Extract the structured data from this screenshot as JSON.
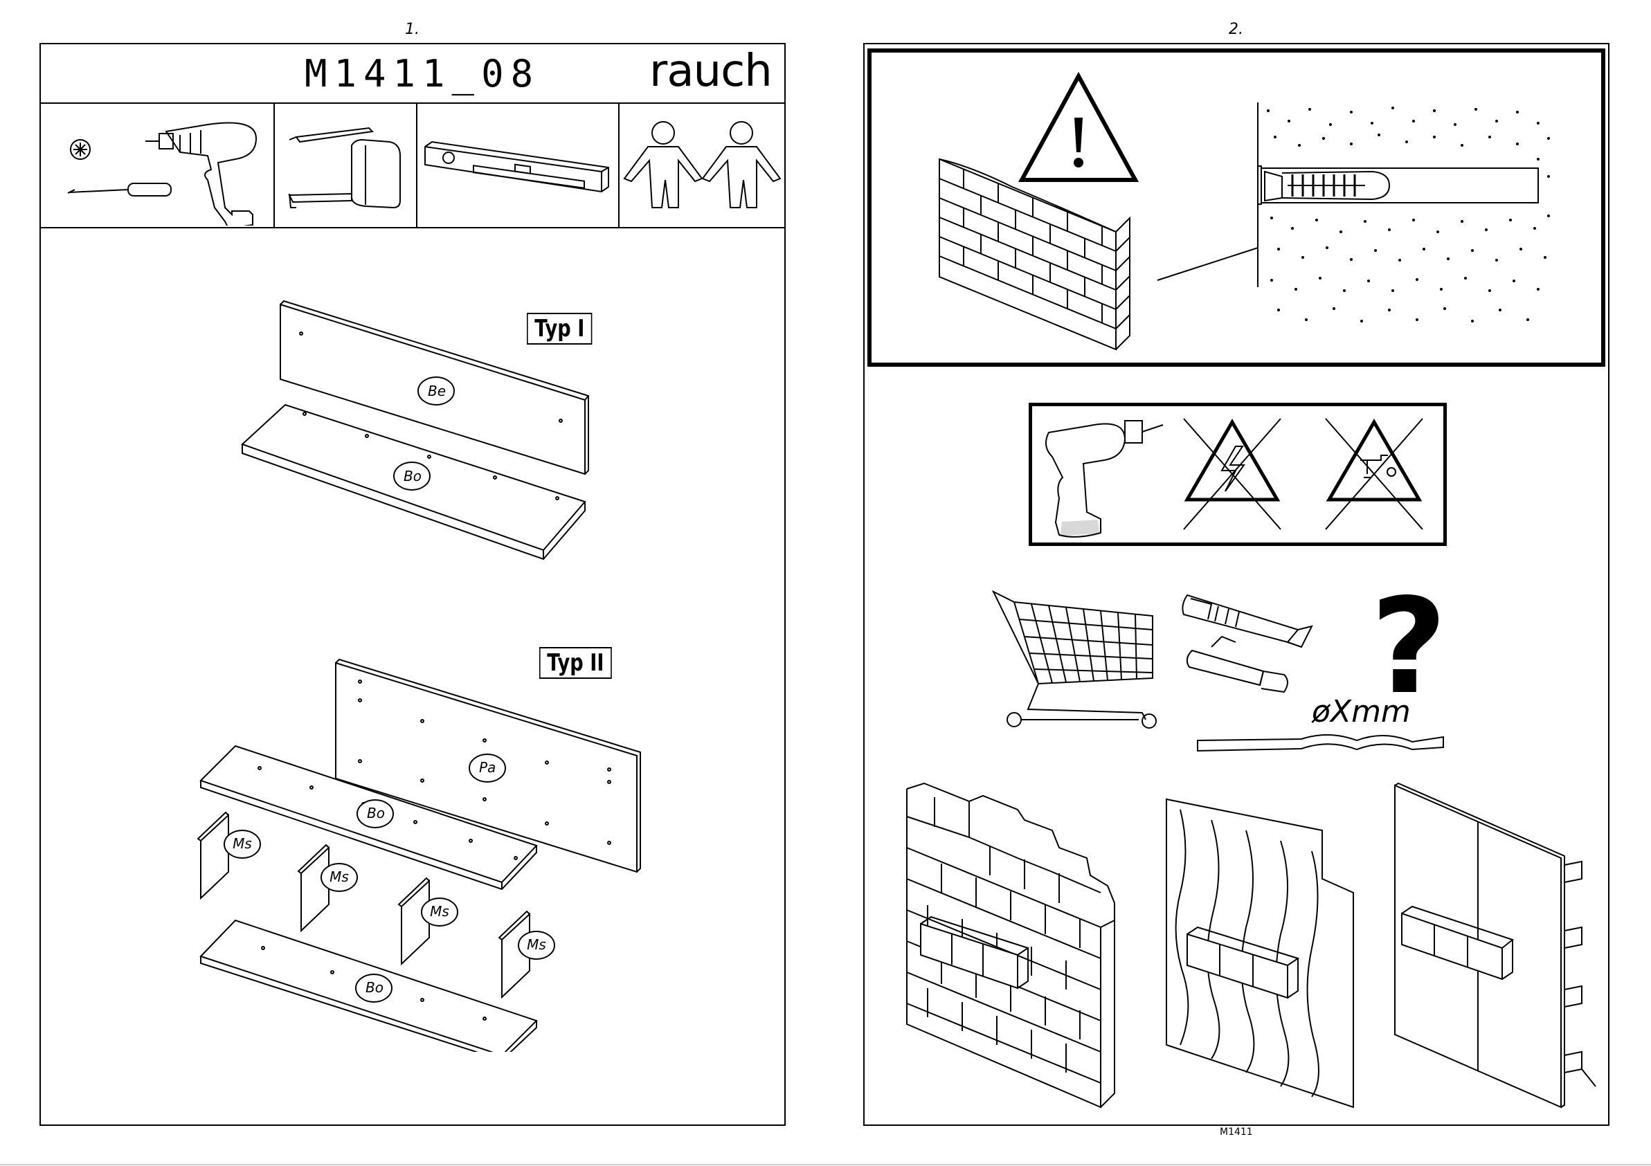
{
  "page_left": {
    "page_number": "1.",
    "model_code": "M1411_08",
    "brand": "rauch",
    "type_labels": [
      "Typ I",
      "Typ II"
    ],
    "part_labels": {
      "be": "Be",
      "bo": "Bo",
      "pa": "Pa",
      "ms": "Ms"
    }
  },
  "page_right": {
    "page_number": "2.",
    "dowel_label": "øXmm",
    "question_mark": "?",
    "footer_code": "M1411"
  },
  "tools": [
    "screwdriver-icon",
    "drill-icon",
    "pencil-icon",
    "tape-measure-icon",
    "spirit-level-icon",
    "two-persons-icon"
  ]
}
